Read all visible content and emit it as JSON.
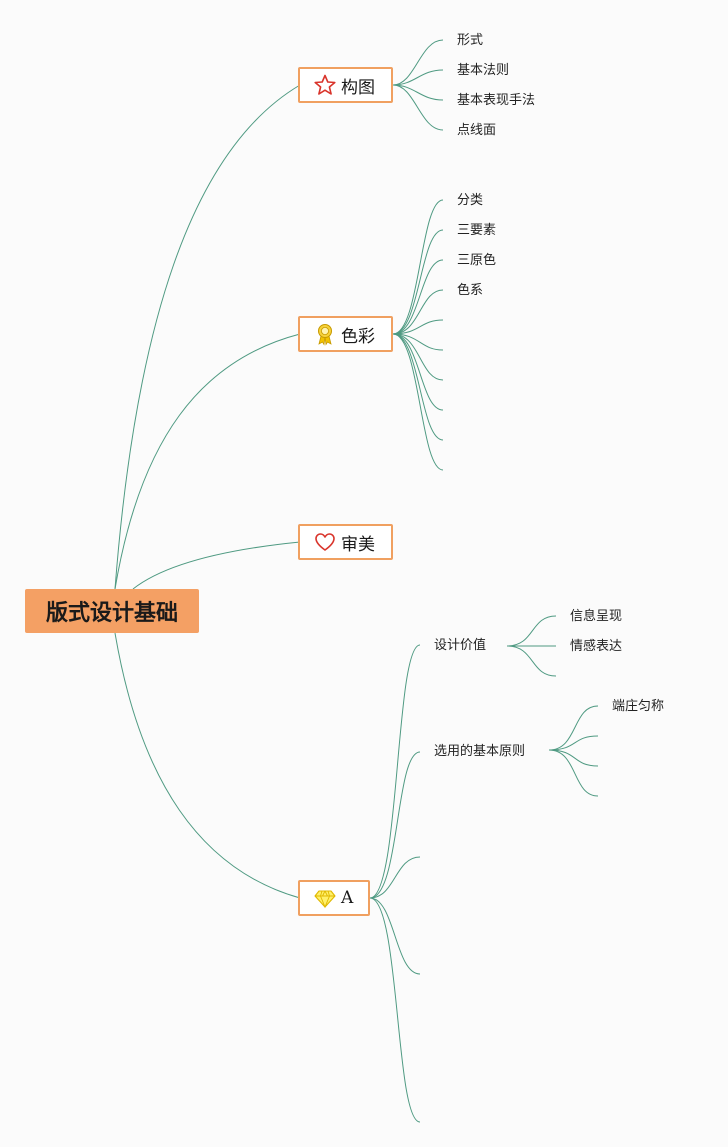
{
  "root": {
    "label": "版式设计基础"
  },
  "colors": {
    "root_fill": "#f4a064",
    "branch_border": "#f0a060",
    "edge": "#4f9a82"
  },
  "branches": [
    {
      "label": "构图",
      "icon": "star-icon",
      "children": [
        "形式",
        "基本法则",
        "基本表现手法",
        "点线面"
      ]
    },
    {
      "label": "色彩",
      "icon": "award-medal-icon",
      "children": [
        "分类",
        "三要素",
        "三原色",
        "色系",
        "",
        "",
        "",
        "",
        "",
        ""
      ]
    },
    {
      "label": "审美",
      "icon": "heart-icon",
      "children": []
    },
    {
      "label": "A",
      "icon": "diamond-icon",
      "children": [
        {
          "label": "设计价值",
          "children": [
            "信息呈现",
            "情感表达",
            ""
          ]
        },
        {
          "label": "选用的基本原则",
          "children": [
            "端庄匀称",
            "",
            "",
            ""
          ]
        },
        {
          "label": "",
          "children": []
        },
        {
          "label": "",
          "children": []
        },
        {
          "label": "",
          "children": []
        }
      ]
    }
  ]
}
